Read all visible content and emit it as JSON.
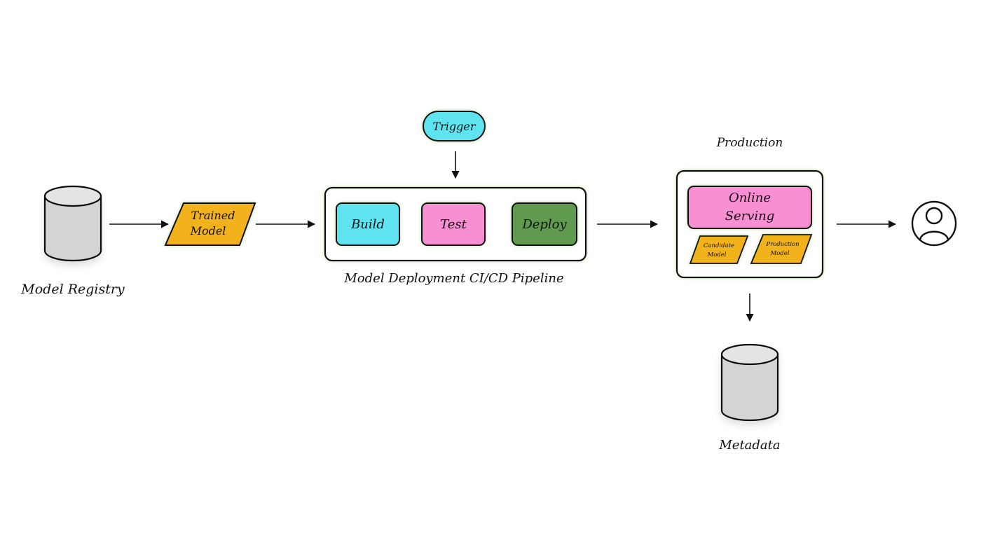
{
  "model_registry": {
    "label": "Model Registry"
  },
  "trained_model": {
    "line1": "Trained",
    "line2": "Model"
  },
  "trigger": {
    "label": "Trigger"
  },
  "pipeline": {
    "caption": "Model Deployment CI/CD Pipeline",
    "steps": [
      {
        "label": "Build",
        "color": "#5fe3ee"
      },
      {
        "label": "Test",
        "color": "#f78fd2"
      },
      {
        "label": "Deploy",
        "color": "#5f9a4f"
      }
    ]
  },
  "production": {
    "title": "Production",
    "online_serving": {
      "line1": "Online",
      "line2": "Serving",
      "color": "#f78fd2"
    },
    "candidate_model": {
      "line1": "Candidate",
      "line2": "Model"
    },
    "production_model": {
      "line1": "Production",
      "line2": "Model"
    }
  },
  "metadata": {
    "label": "Metadata"
  },
  "user": {
    "icon": "user-icon"
  },
  "colors": {
    "model_shape": "#f2b21c",
    "cylinder": "#d4d4d4",
    "outline": "#111111"
  }
}
